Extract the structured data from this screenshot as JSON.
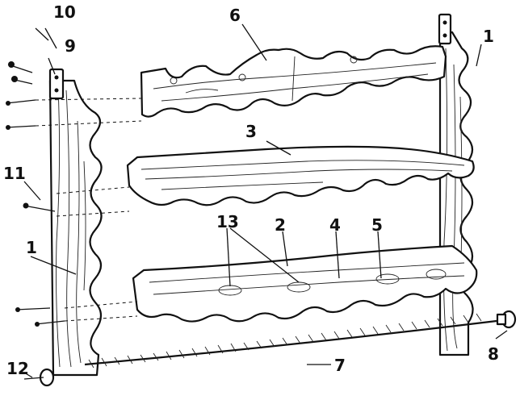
{
  "figure": {
    "labels": {
      "side_board_right": "1",
      "side_board_left": "1",
      "bottom_shelf": "2",
      "middle_shelf": "3",
      "glass_rim": "4",
      "screw_cap": "5",
      "top_shelf": "6",
      "twisted_rod": "7",
      "rod_end_right": "8",
      "hanger_plate": "9",
      "wall_screws": "10",
      "shelf_screws": "11",
      "rod_end_left": "12",
      "cup_holes": "13"
    }
  }
}
